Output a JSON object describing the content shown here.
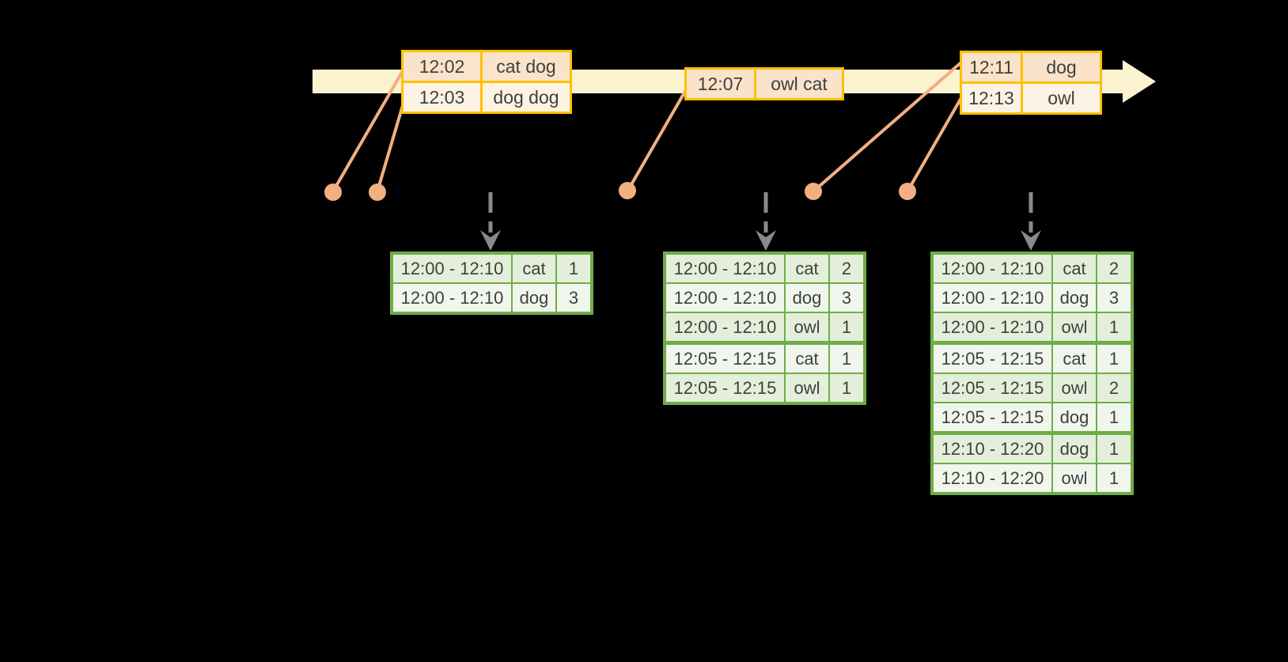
{
  "colors": {
    "background": "#000000",
    "timeline_fill": "#FBF2D0",
    "event_table_border": "#FFC000",
    "event_row_dark": "#FBE3C9",
    "event_row_light": "#FDF3E4",
    "marker": "#F1AF82",
    "trigger_arrow": "#8A8A8A",
    "result_table_border": "#6FAD47",
    "result_row_dark": "#E3EFDA",
    "result_row_light": "#F1F6EC",
    "text": "#3F3F3F"
  },
  "event_tables": [
    {
      "rows": [
        {
          "time": "12:02",
          "words": "cat dog"
        },
        {
          "time": "12:03",
          "words": "dog dog"
        }
      ]
    },
    {
      "rows": [
        {
          "time": "12:07",
          "words": "owl cat"
        }
      ]
    },
    {
      "rows": [
        {
          "time": "12:11",
          "words": "dog"
        },
        {
          "time": "12:13",
          "words": "owl"
        }
      ]
    }
  ],
  "result_tables": [
    {
      "rows": [
        {
          "window": "12:00 - 12:10",
          "word": "cat",
          "count": "1"
        },
        {
          "window": "12:00 - 12:10",
          "word": "dog",
          "count": "3"
        }
      ]
    },
    {
      "rows": [
        {
          "window": "12:00 - 12:10",
          "word": "cat",
          "count": "2"
        },
        {
          "window": "12:00 - 12:10",
          "word": "dog",
          "count": "3"
        },
        {
          "window": "12:00 - 12:10",
          "word": "owl",
          "count": "1"
        },
        {
          "window": "12:05 - 12:15",
          "word": "cat",
          "count": "1"
        },
        {
          "window": "12:05 - 12:15",
          "word": "owl",
          "count": "1"
        }
      ]
    },
    {
      "rows": [
        {
          "window": "12:00 - 12:10",
          "word": "cat",
          "count": "2"
        },
        {
          "window": "12:00 - 12:10",
          "word": "dog",
          "count": "3"
        },
        {
          "window": "12:00 - 12:10",
          "word": "owl",
          "count": "1"
        },
        {
          "window": "12:05 - 12:15",
          "word": "cat",
          "count": "1"
        },
        {
          "window": "12:05 - 12:15",
          "word": "owl",
          "count": "2"
        },
        {
          "window": "12:05 - 12:15",
          "word": "dog",
          "count": "1"
        },
        {
          "window": "12:10 - 12:20",
          "word": "dog",
          "count": "1"
        },
        {
          "window": "12:10 - 12:20",
          "word": "owl",
          "count": "1"
        }
      ]
    }
  ]
}
